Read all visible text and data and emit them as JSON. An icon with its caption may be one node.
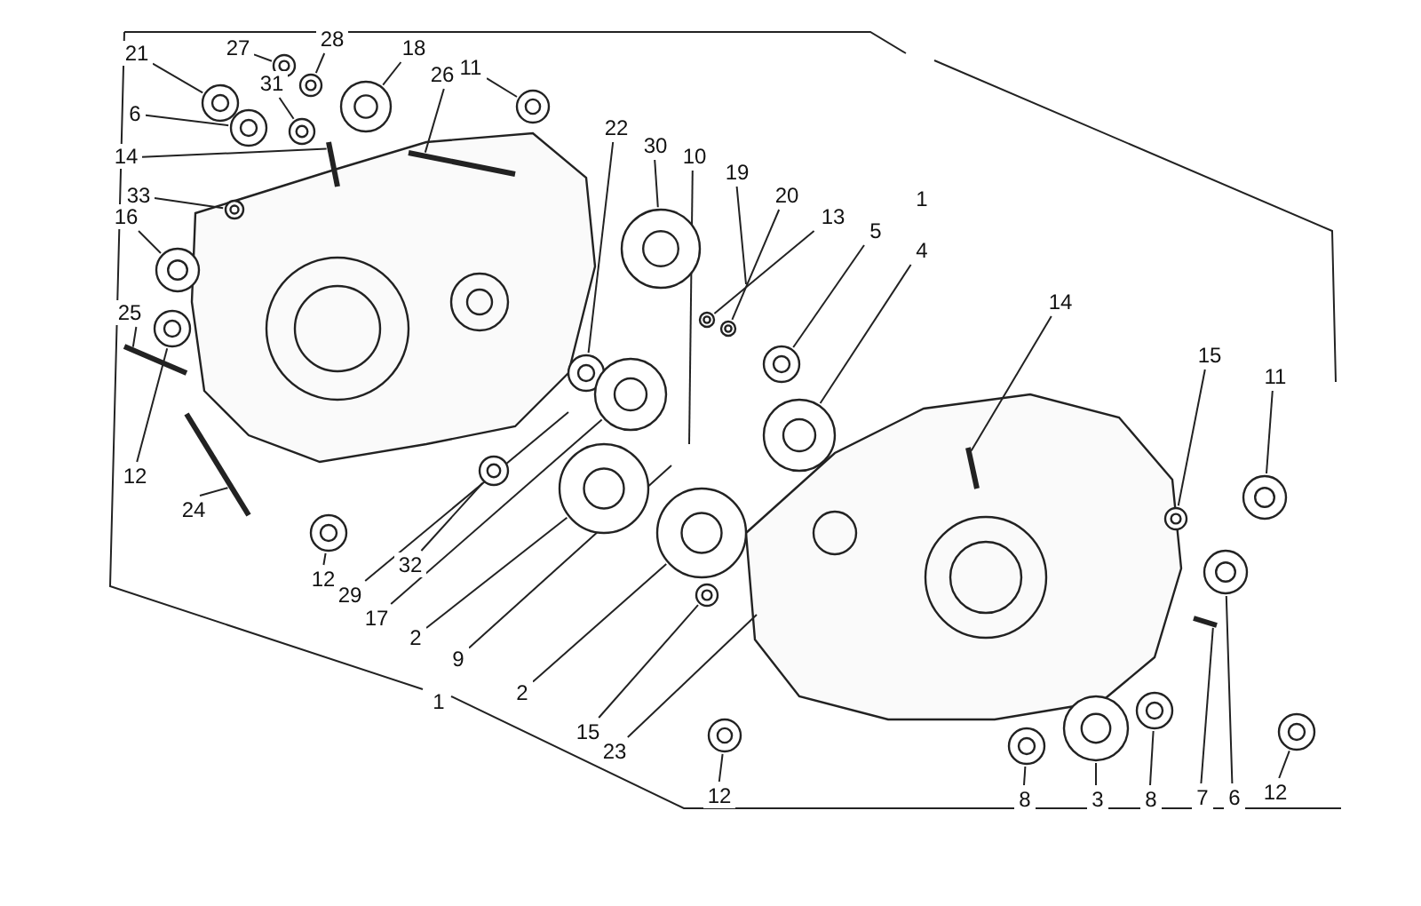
{
  "diagram": {
    "nodes": [
      {
        "text": [
          "21"
        ]
      },
      {
        "text": [
          "27"
        ]
      },
      {
        "text": [
          "28"
        ]
      },
      {
        "text": [
          "18"
        ]
      },
      {
        "text": [
          "26"
        ]
      },
      {
        "text": [
          "11"
        ]
      },
      {
        "text": [
          "31"
        ]
      },
      {
        "text": [
          "6"
        ]
      },
      {
        "text": [
          "14"
        ]
      },
      {
        "text": [
          "33"
        ]
      },
      {
        "text": [
          "22"
        ]
      },
      {
        "text": [
          "30"
        ]
      },
      {
        "text": [
          "10"
        ]
      },
      {
        "text": [
          "19"
        ]
      },
      {
        "text": [
          "16"
        ]
      },
      {
        "text": [
          "20"
        ]
      },
      {
        "text": [
          "13"
        ]
      },
      {
        "text": [
          "5"
        ]
      },
      {
        "text": [
          "4"
        ]
      },
      {
        "text": [
          "14"
        ]
      },
      {
        "text": [
          "25"
        ]
      },
      {
        "text": [
          "15"
        ]
      },
      {
        "text": [
          "11"
        ]
      },
      {
        "text": [
          "12"
        ]
      },
      {
        "text": [
          "24"
        ]
      },
      {
        "text": [
          "32"
        ]
      },
      {
        "text": [
          "12"
        ]
      },
      {
        "text": [
          "29"
        ]
      },
      {
        "text": [
          "17"
        ]
      },
      {
        "text": [
          "2"
        ]
      },
      {
        "text": [
          "9"
        ]
      },
      {
        "text": [
          "2"
        ]
      },
      {
        "text": [
          "15"
        ]
      },
      {
        "text": [
          "23"
        ]
      },
      {
        "text": [
          "12"
        ]
      },
      {
        "text": [
          "8"
        ]
      },
      {
        "text": [
          "3"
        ]
      },
      {
        "text": [
          "8"
        ]
      },
      {
        "text": [
          "7"
        ]
      },
      {
        "text": [
          "6"
        ]
      },
      {
        "text": [
          "12"
        ]
      },
      {
        "text": [
          "1"
        ]
      },
      {
        "text": [
          "1"
        ]
      },
      {
        "text": [],
        "shape": "circle"
      },
      {
        "text": [],
        "shape": "circle"
      },
      {
        "text": [],
        "shape": "circle"
      },
      {
        "text": [],
        "shape": "circle"
      },
      {
        "text": [],
        "shape": "bar"
      },
      {
        "text": [],
        "shape": "circle"
      },
      {
        "text": [],
        "shape": "circle"
      },
      {
        "text": [],
        "shape": "circle"
      },
      {
        "text": [],
        "shape": "bar"
      },
      {
        "text": [],
        "shape": "circle"
      },
      {
        "text": [],
        "shape": "circle"
      },
      {
        "text": [],
        "shape": "circle"
      },
      {
        "text": [],
        "shape": "circle"
      },
      {
        "text": [],
        "shape": "circle"
      },
      {
        "text": [],
        "shape": "circle"
      },
      {
        "text": [],
        "shape": "circle"
      },
      {
        "text": [],
        "shape": "circle"
      },
      {
        "text": [],
        "shape": "bar"
      },
      {
        "text": [],
        "shape": "bar"
      },
      {
        "text": [],
        "shape": "circle"
      },
      {
        "text": [],
        "shape": "circle"
      },
      {
        "text": [],
        "shape": "circle"
      },
      {
        "text": [],
        "shape": "bar"
      },
      {
        "text": [],
        "shape": "circle"
      },
      {
        "text": [],
        "shape": "circle"
      },
      {
        "text": [],
        "shape": "circle"
      },
      {
        "text": [],
        "shape": "circle"
      },
      {
        "text": [],
        "shape": "circle"
      },
      {
        "text": [],
        "shape": "circle"
      },
      {
        "text": [],
        "shape": "circle"
      },
      {
        "text": [],
        "shape": "circle"
      },
      {
        "text": [],
        "shape": "circle"
      },
      {
        "text": [],
        "shape": "circle"
      },
      {
        "text": [],
        "shape": "bar"
      },
      {
        "text": [],
        "shape": "circle"
      },
      {
        "text": [],
        "shape": "circle"
      }
    ],
    "edges": [
      {
        "from": 0,
        "to": 43,
        "arrow": "none"
      },
      {
        "from": 1,
        "to": 44,
        "arrow": "none"
      },
      {
        "from": 2,
        "to": 45,
        "arrow": "none"
      },
      {
        "from": 3,
        "to": 46,
        "arrow": "none"
      },
      {
        "from": 4,
        "to": 47,
        "arrow": "none"
      },
      {
        "from": 5,
        "to": 48,
        "arrow": "none"
      },
      {
        "from": 6,
        "to": 49,
        "arrow": "none"
      },
      {
        "from": 7,
        "to": 50,
        "arrow": "none"
      },
      {
        "from": 8,
        "to": 51,
        "arrow": "none"
      },
      {
        "from": 9,
        "to": 52,
        "arrow": "none"
      },
      {
        "from": 10,
        "to": 53,
        "arrow": "none"
      },
      {
        "from": 11,
        "to": 54,
        "arrow": "none"
      },
      {
        "from": 12,
        "to": null,
        "arrow": "none"
      },
      {
        "from": 13,
        "to": null,
        "arrow": "none"
      },
      {
        "from": 14,
        "to": 55,
        "arrow": "none"
      },
      {
        "from": 15,
        "to": 56,
        "arrow": "none"
      },
      {
        "from": 16,
        "to": 57,
        "arrow": "none"
      },
      {
        "from": 17,
        "to": 58,
        "arrow": "none"
      },
      {
        "from": 18,
        "to": 59,
        "arrow": "none"
      },
      {
        "from": 19,
        "to": 60,
        "arrow": "none"
      },
      {
        "from": 20,
        "to": 61,
        "arrow": "none"
      },
      {
        "from": 21,
        "to": 62,
        "arrow": "none"
      },
      {
        "from": 22,
        "to": 63,
        "arrow": "none"
      },
      {
        "from": 23,
        "to": 64,
        "arrow": "none"
      },
      {
        "from": 24,
        "to": 65,
        "arrow": "none"
      },
      {
        "from": 25,
        "to": 66,
        "arrow": "none"
      },
      {
        "from": 26,
        "to": 67,
        "arrow": "none"
      },
      {
        "from": 27,
        "to": null,
        "arrow": "none"
      },
      {
        "from": 28,
        "to": 68,
        "arrow": "none"
      },
      {
        "from": 29,
        "to": 69,
        "arrow": "none"
      },
      {
        "from": 30,
        "to": null,
        "arrow": "none"
      },
      {
        "from": 31,
        "to": 70,
        "arrow": "none"
      },
      {
        "from": 32,
        "to": 71,
        "arrow": "none"
      },
      {
        "from": 33,
        "to": null,
        "arrow": "none"
      },
      {
        "from": 34,
        "to": 72,
        "arrow": "none"
      },
      {
        "from": 35,
        "to": 73,
        "arrow": "none"
      },
      {
        "from": 36,
        "to": 74,
        "arrow": "none"
      },
      {
        "from": 37,
        "to": 75,
        "arrow": "none"
      },
      {
        "from": 38,
        "to": 76,
        "arrow": "none"
      },
      {
        "from": 39,
        "to": 77,
        "arrow": "none"
      },
      {
        "from": 40,
        "to": 78,
        "arrow": "none"
      }
    ]
  }
}
